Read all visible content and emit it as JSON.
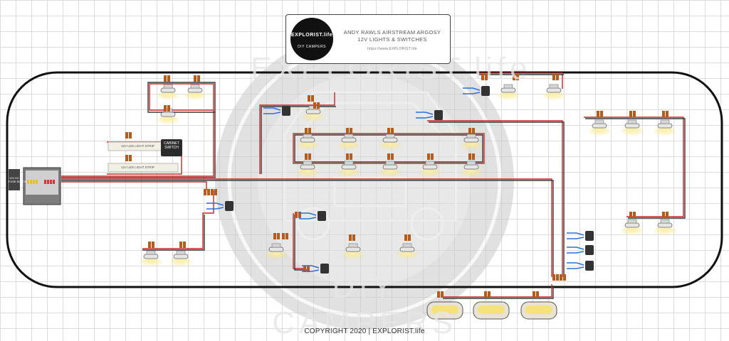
{
  "header": {
    "logo": {
      "brand_text": "EXPLORIST.life",
      "tagline": "DIY CAMPERS"
    },
    "title_line_1": "ANDY RAWLS AIRSTREAM ARGOSY",
    "title_line_2": "12V LIGHTS & SWITCHES",
    "url": "https://www.EXPLORIST.life"
  },
  "watermark": {
    "text_top": "EXPLORIST.life",
    "text_bottom": "DIY CAMPERS"
  },
  "components": {
    "led_strip_label": "12V LED LIGHT STRIP",
    "cabinet_switch_label_line1": "CABINET",
    "cabinet_switch_label_line2": "SWITCH",
    "fuse_block_label_line1": "12V DC",
    "fuse_block_label_line2": "FUSE BLOCK"
  },
  "footer": {
    "copyright": "COPYRIGHT 2020 | EXPLORIST.life"
  },
  "colors": {
    "wire_positive": "#c62828",
    "wire_negative": "#3a3a3a",
    "connector": "#b35c1e",
    "switch_body": "#333333",
    "switch_wire": "#2f6fd6",
    "light_glow": "#f6e27a",
    "outline": "#111111"
  }
}
